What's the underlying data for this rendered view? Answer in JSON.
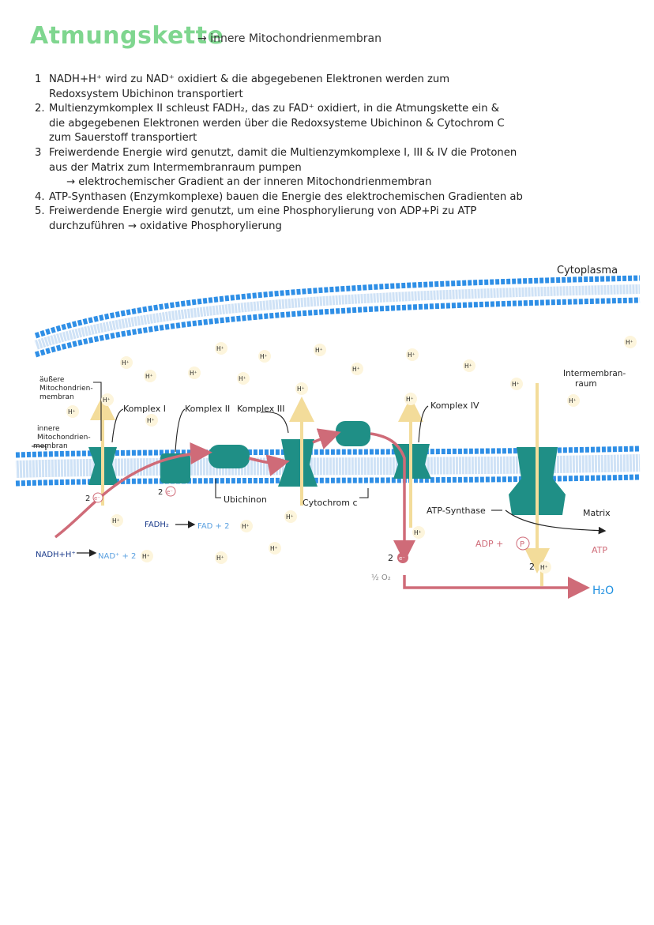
{
  "title": "Atmungskette",
  "subtitle": "→ innere Mitochondrienmembran",
  "steps": [
    {
      "num": "1",
      "lines": [
        "NADH+H⁺ wird zu NAD⁺ oxidiert & die abgegebenen Elektronen werden zum",
        "Redoxsystem Ubichinon transportiert"
      ]
    },
    {
      "num": "2.",
      "lines": [
        "Multienzymkomplex II schleust FADH₂, das zu FAD⁺ oxidiert, in die Atmungskette ein &",
        "die abgegebenen Elektronen werden über die Redoxsysteme Ubichinon & Cytochrom C",
        "zum Sauerstoff transportiert"
      ]
    },
    {
      "num": "3",
      "lines": [
        "Freiwerdende Energie wird genutzt, damit die Multienzymkomplexe I, III & IV die Protonen",
        "aus der Matrix zum Intermembranraum pumpen",
        "→ elektrochemischer Gradient an der inneren Mitochondrienmembran"
      ]
    },
    {
      "num": "4.",
      "lines": [
        "ATP-Synthasen (Enzymkomplexe) bauen die Energie des elektrochemischen Gradienten ab"
      ]
    },
    {
      "num": "5.",
      "lines": [
        "Freiwerdende Energie wird genutzt, um eine Phosphorylierung von ADP+Pi zu ATP",
        "durchzuführen → oxidative Phosphorylierung"
      ]
    }
  ],
  "diagram": {
    "regions": {
      "cytoplasma": "Cytoplasma",
      "intermembran_1": "Intermembran-",
      "intermembran_2": "raum",
      "matrix": "Matrix"
    },
    "membranes": {
      "outer_1": "äußere",
      "outer_2": "Mitochondrien-",
      "outer_3": "membran",
      "inner_1": "innere",
      "inner_2": "Mitochondrien-",
      "inner_3": "membran"
    },
    "complexes": {
      "k1": "Komplex I",
      "k2": "Komplex II",
      "k3": "Komplex III",
      "k4": "Komplex IV",
      "ubichinon": "Ubichinon",
      "cytochrom": "Cytochrom c",
      "atp_synthase": "ATP-Synthase"
    },
    "reactions": {
      "nadh": "NADH+H⁺",
      "nad": "NAD⁺ + 2",
      "fadh2": "FADH₂",
      "fad": "FAD + 2",
      "adp": "ADP +",
      "p": "P",
      "atp": "ATP",
      "two_h": "2",
      "two_e": "2",
      "half": "½ O₂",
      "h2o": "H₂O"
    },
    "proton": "H⁺",
    "electron": "e⁻",
    "colors": {
      "title": "#7fd68f",
      "membrane_blue": "#2f8fe6",
      "protein_teal": "#1f8f86",
      "electron_path": "#cf6b78",
      "proton_path": "#f3dc9a",
      "h2o": "#1d8fe0"
    }
  }
}
